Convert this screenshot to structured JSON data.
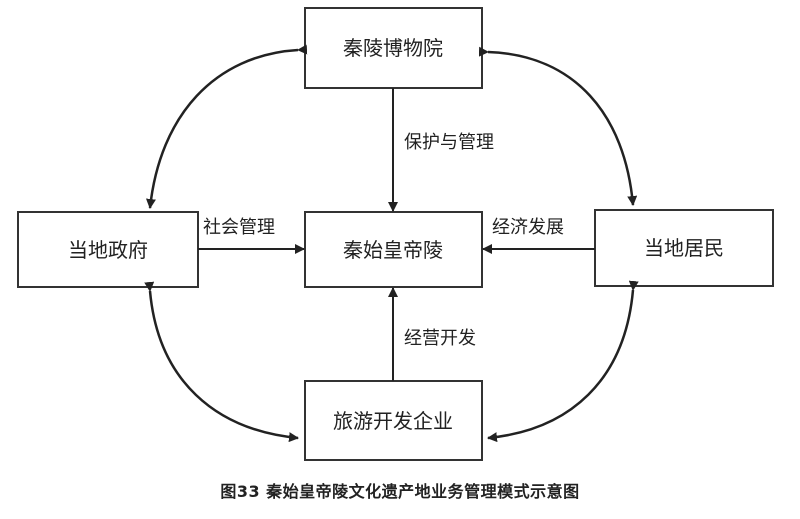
{
  "nodes": {
    "museum": "秦陵博物院",
    "mausoleum": "秦始皇帝陵",
    "government": "当地政府",
    "residents": "当地居民",
    "tourism": "旅游开发企业"
  },
  "edges": {
    "museum_to_mausoleum": "保护与管理",
    "government_to_mausoleum": "社会管理",
    "residents_to_mausoleum": "经济发展",
    "tourism_to_mausoleum": "经营开发"
  },
  "caption": "图33    秦始皇帝陵文化遗产地业务管理模式示意图",
  "colors": {
    "line": "#222222",
    "box_border": "#333333",
    "background": "#ffffff"
  }
}
